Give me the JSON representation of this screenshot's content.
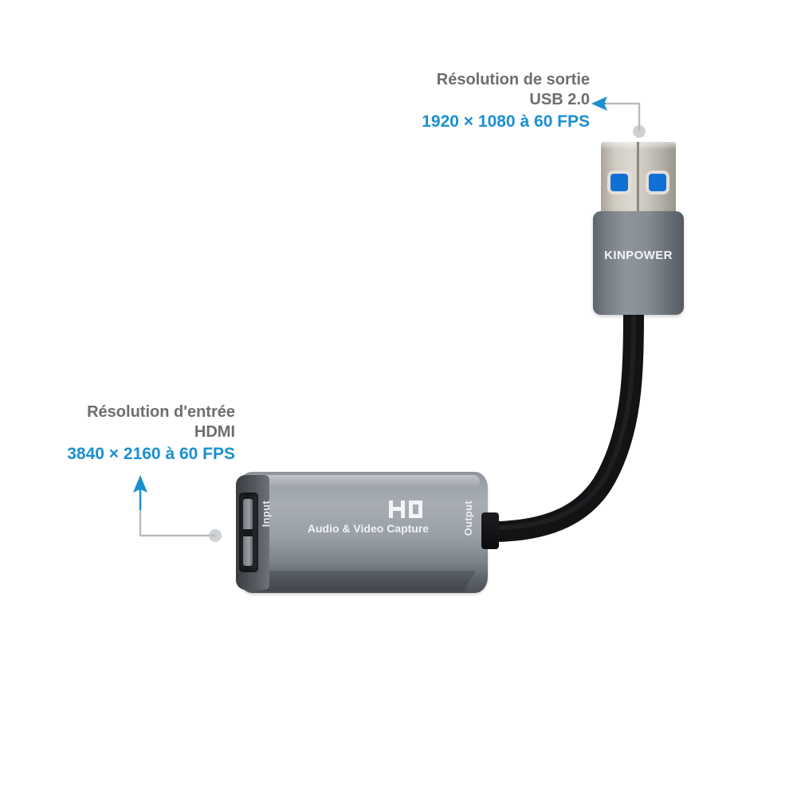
{
  "background_color": "#ffffff",
  "accent_color": "#1b8fd0",
  "label_gray": "#6d6e70",
  "callouts": {
    "output": {
      "title": "Résolution de sortie",
      "subtitle": "USB 2.0",
      "spec": "1920 × 1080 à 60 FPS",
      "arrow_direction": "left"
    },
    "input": {
      "title": "Résolution d'entrée",
      "subtitle": "HDMI",
      "spec": "3840 × 2160 à 60 FPS",
      "arrow_direction": "up"
    }
  },
  "device": {
    "name": "HDMI to USB audio video capture card",
    "body_labels": {
      "input_port": "Input",
      "output_port": "Output",
      "hd_logo": "HD",
      "tagline": "Audio & Video Capture"
    },
    "usb_connector": {
      "brand": "KINPOWER",
      "type": "USB-A male"
    }
  }
}
